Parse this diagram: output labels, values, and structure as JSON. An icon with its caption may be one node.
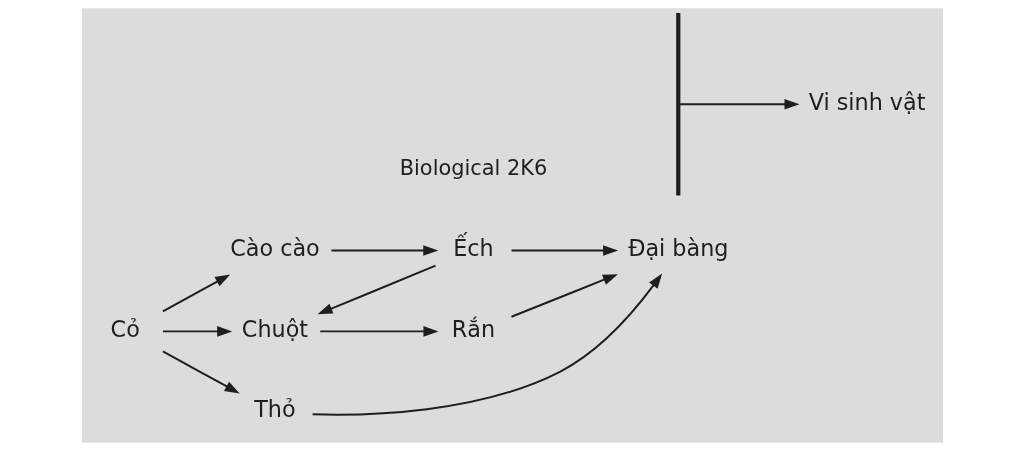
{
  "diagram": {
    "nodes": [
      {
        "text": [
          "Cỏ"
        ]
      },
      {
        "text": [
          "Cào cào"
        ]
      },
      {
        "text": [
          "Ếch"
        ]
      },
      {
        "text": [
          "Đại bàng"
        ]
      },
      {
        "text": [
          "Chuột"
        ]
      },
      {
        "text": [
          "Rắn"
        ]
      },
      {
        "text": [
          "Thỏ"
        ]
      },
      {
        "text": [
          "Vi sinh vật"
        ]
      }
    ],
    "edges": [
      {
        "from": 0,
        "to": 1,
        "arrow": "to"
      },
      {
        "from": 1,
        "to": 2,
        "arrow": "to"
      },
      {
        "from": 2,
        "to": 3,
        "arrow": "to"
      },
      {
        "from": 0,
        "to": 4,
        "arrow": "to"
      },
      {
        "from": 2,
        "to": 4,
        "arrow": "to"
      },
      {
        "from": 4,
        "to": 5,
        "arrow": "to"
      },
      {
        "from": 5,
        "to": 3,
        "arrow": "to"
      },
      {
        "from": 0,
        "to": 6,
        "arrow": "to"
      },
      {
        "from": 6,
        "to": 3,
        "arrow": "to"
      },
      {
        "from": null,
        "to": 7,
        "arrow": "to"
      }
    ],
    "labels": [
      "Biological 2K6"
    ]
  }
}
